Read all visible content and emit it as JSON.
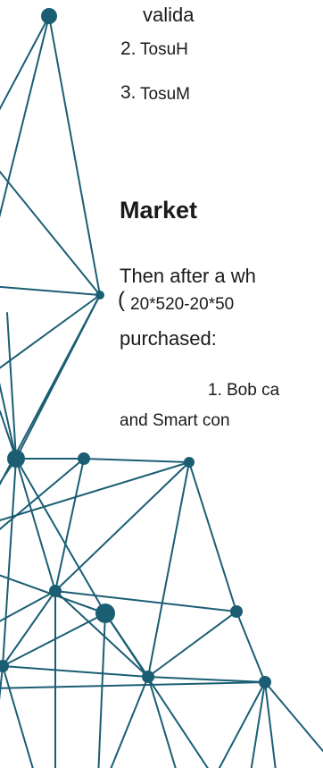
{
  "document": {
    "list_line_top": "valida",
    "list_items": [
      {
        "number": "2.",
        "text": "TosuH"
      },
      {
        "number": "3.",
        "text": "TosuM"
      }
    ],
    "heading": "Market",
    "paragraph_line_1": "Then after a wh",
    "paragraph_line_2_paren": "(",
    "paragraph_line_2": "20*520-20*50",
    "paragraph_line_3": "purchased:",
    "subitem_number": "1.",
    "subitem_text": "Bob ca",
    "paragraph_line_5": "and Smart con"
  },
  "decoration": {
    "network_color": "#1b5e74"
  }
}
